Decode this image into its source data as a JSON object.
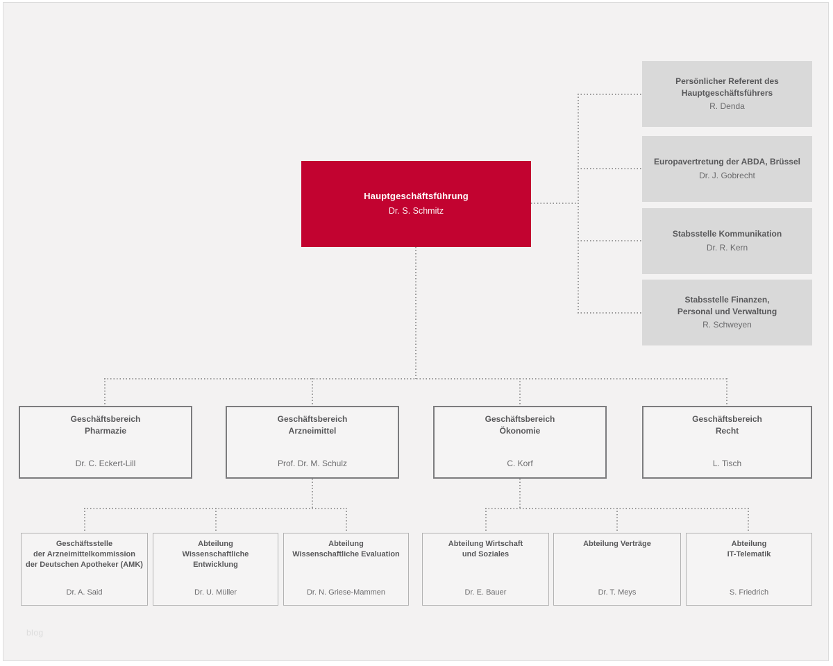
{
  "page": {
    "watermark": "blog"
  },
  "colors": {
    "background": "#f3f2f2",
    "accent_red": "#c20330",
    "staff_box_gray": "#d9d9d9",
    "division_border": "#7c7c7e",
    "department_border": "#b3b3b3",
    "connector_gray": "#979797",
    "heading_text": "#58585a",
    "body_text": "#6b6b6d"
  },
  "org": {
    "root": {
      "title": "Hauptgeschäftsführung",
      "name": "Dr. S. Schmitz"
    },
    "staff": [
      {
        "title": "Persönlicher Referent des\nHauptgeschäftsführers",
        "name": "R. Denda"
      },
      {
        "title": "Europavertretung der ABDA, Brüssel",
        "name": "Dr. J. Gobrecht"
      },
      {
        "title": "Stabsstelle Kommunikation",
        "name": "Dr. R. Kern"
      },
      {
        "title": "Stabsstelle Finanzen,\nPersonal und Verwaltung",
        "name": "R. Schweyen"
      }
    ],
    "divisions": [
      {
        "title": "Geschäftsbereich\nPharmazie",
        "name": "Dr. C. Eckert-Lill"
      },
      {
        "title": "Geschäftsbereich\nArzneimittel",
        "name": "Prof. Dr. M. Schulz"
      },
      {
        "title": "Geschäftsbereich\nÖkonomie",
        "name": "C. Korf"
      },
      {
        "title": "Geschäftsbereich\nRecht",
        "name": "L. Tisch"
      }
    ],
    "departments": [
      {
        "title": "Geschäftsstelle\nder Arzneimittelkommission\nder Deutschen Apotheker (AMK)",
        "name": "Dr. A. Said"
      },
      {
        "title": "Abteilung\nWissenschaftliche\nEntwicklung",
        "name": "Dr. U. Müller"
      },
      {
        "title": "Abteilung\nWissenschaftliche Evaluation",
        "name": "Dr. N. Griese-Mammen"
      },
      {
        "title": "Abteilung Wirtschaft\nund Soziales",
        "name": "Dr. E. Bauer"
      },
      {
        "title": "Abteilung Verträge",
        "name": "Dr. T. Meys"
      },
      {
        "title": "Abteilung\nIT-Telematik",
        "name": "S. Friedrich"
      }
    ]
  }
}
